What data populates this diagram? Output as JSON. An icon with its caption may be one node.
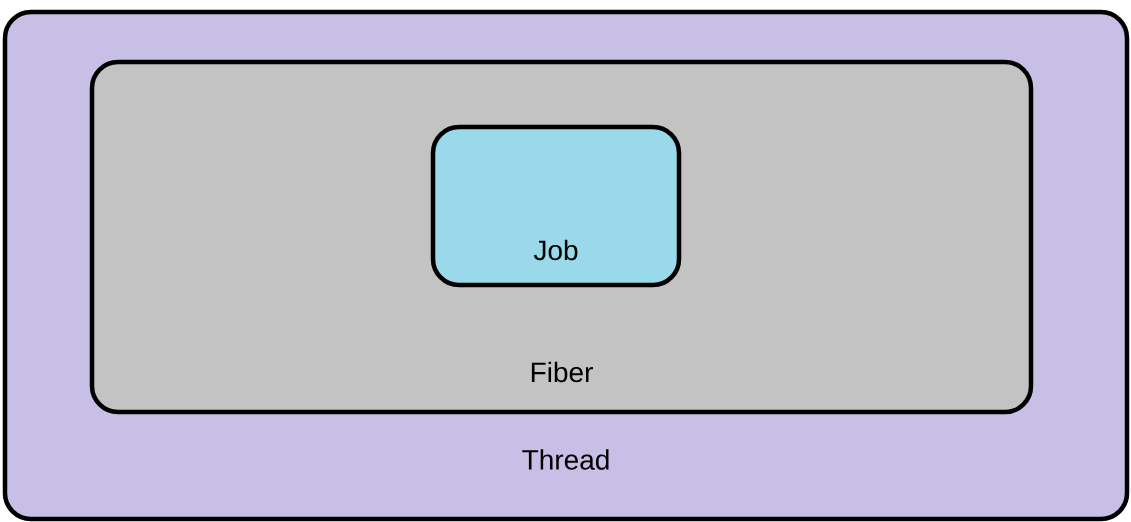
{
  "diagram": {
    "nodes": [
      {
        "text": [
          "Thread"
        ]
      },
      {
        "text": [
          "Fiber"
        ],
        "in": 0
      },
      {
        "text": [
          "Job"
        ],
        "in": 1
      }
    ]
  }
}
